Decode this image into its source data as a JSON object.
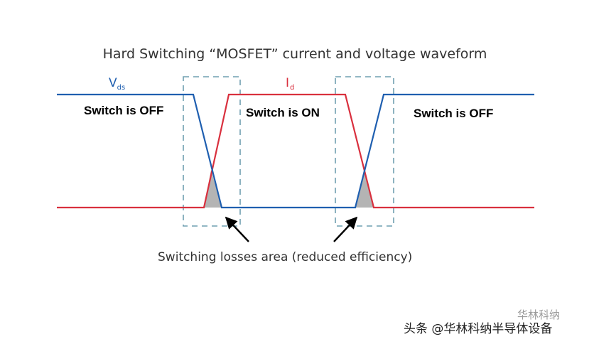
{
  "diagram": {
    "title": "Hard Switching “MOSFET” current and voltage waveform",
    "vds_label": "V",
    "vds_sub": "ds",
    "id_label": "I",
    "id_sub": "d",
    "states": {
      "off_left": "Switch is OFF",
      "on": "Switch is ON",
      "off_right": "Switch is OFF"
    },
    "losses_label": "Switching losses area (reduced efficiency)"
  },
  "watermark": {
    "main": "头条 @华林科纳半导体设备",
    "faint": "华林科纳"
  },
  "colors": {
    "voltage": "#1f5fb0",
    "current": "#d9303e",
    "dashed_box": "#6f9fb0",
    "loss_fill": "#b4b4b4"
  }
}
